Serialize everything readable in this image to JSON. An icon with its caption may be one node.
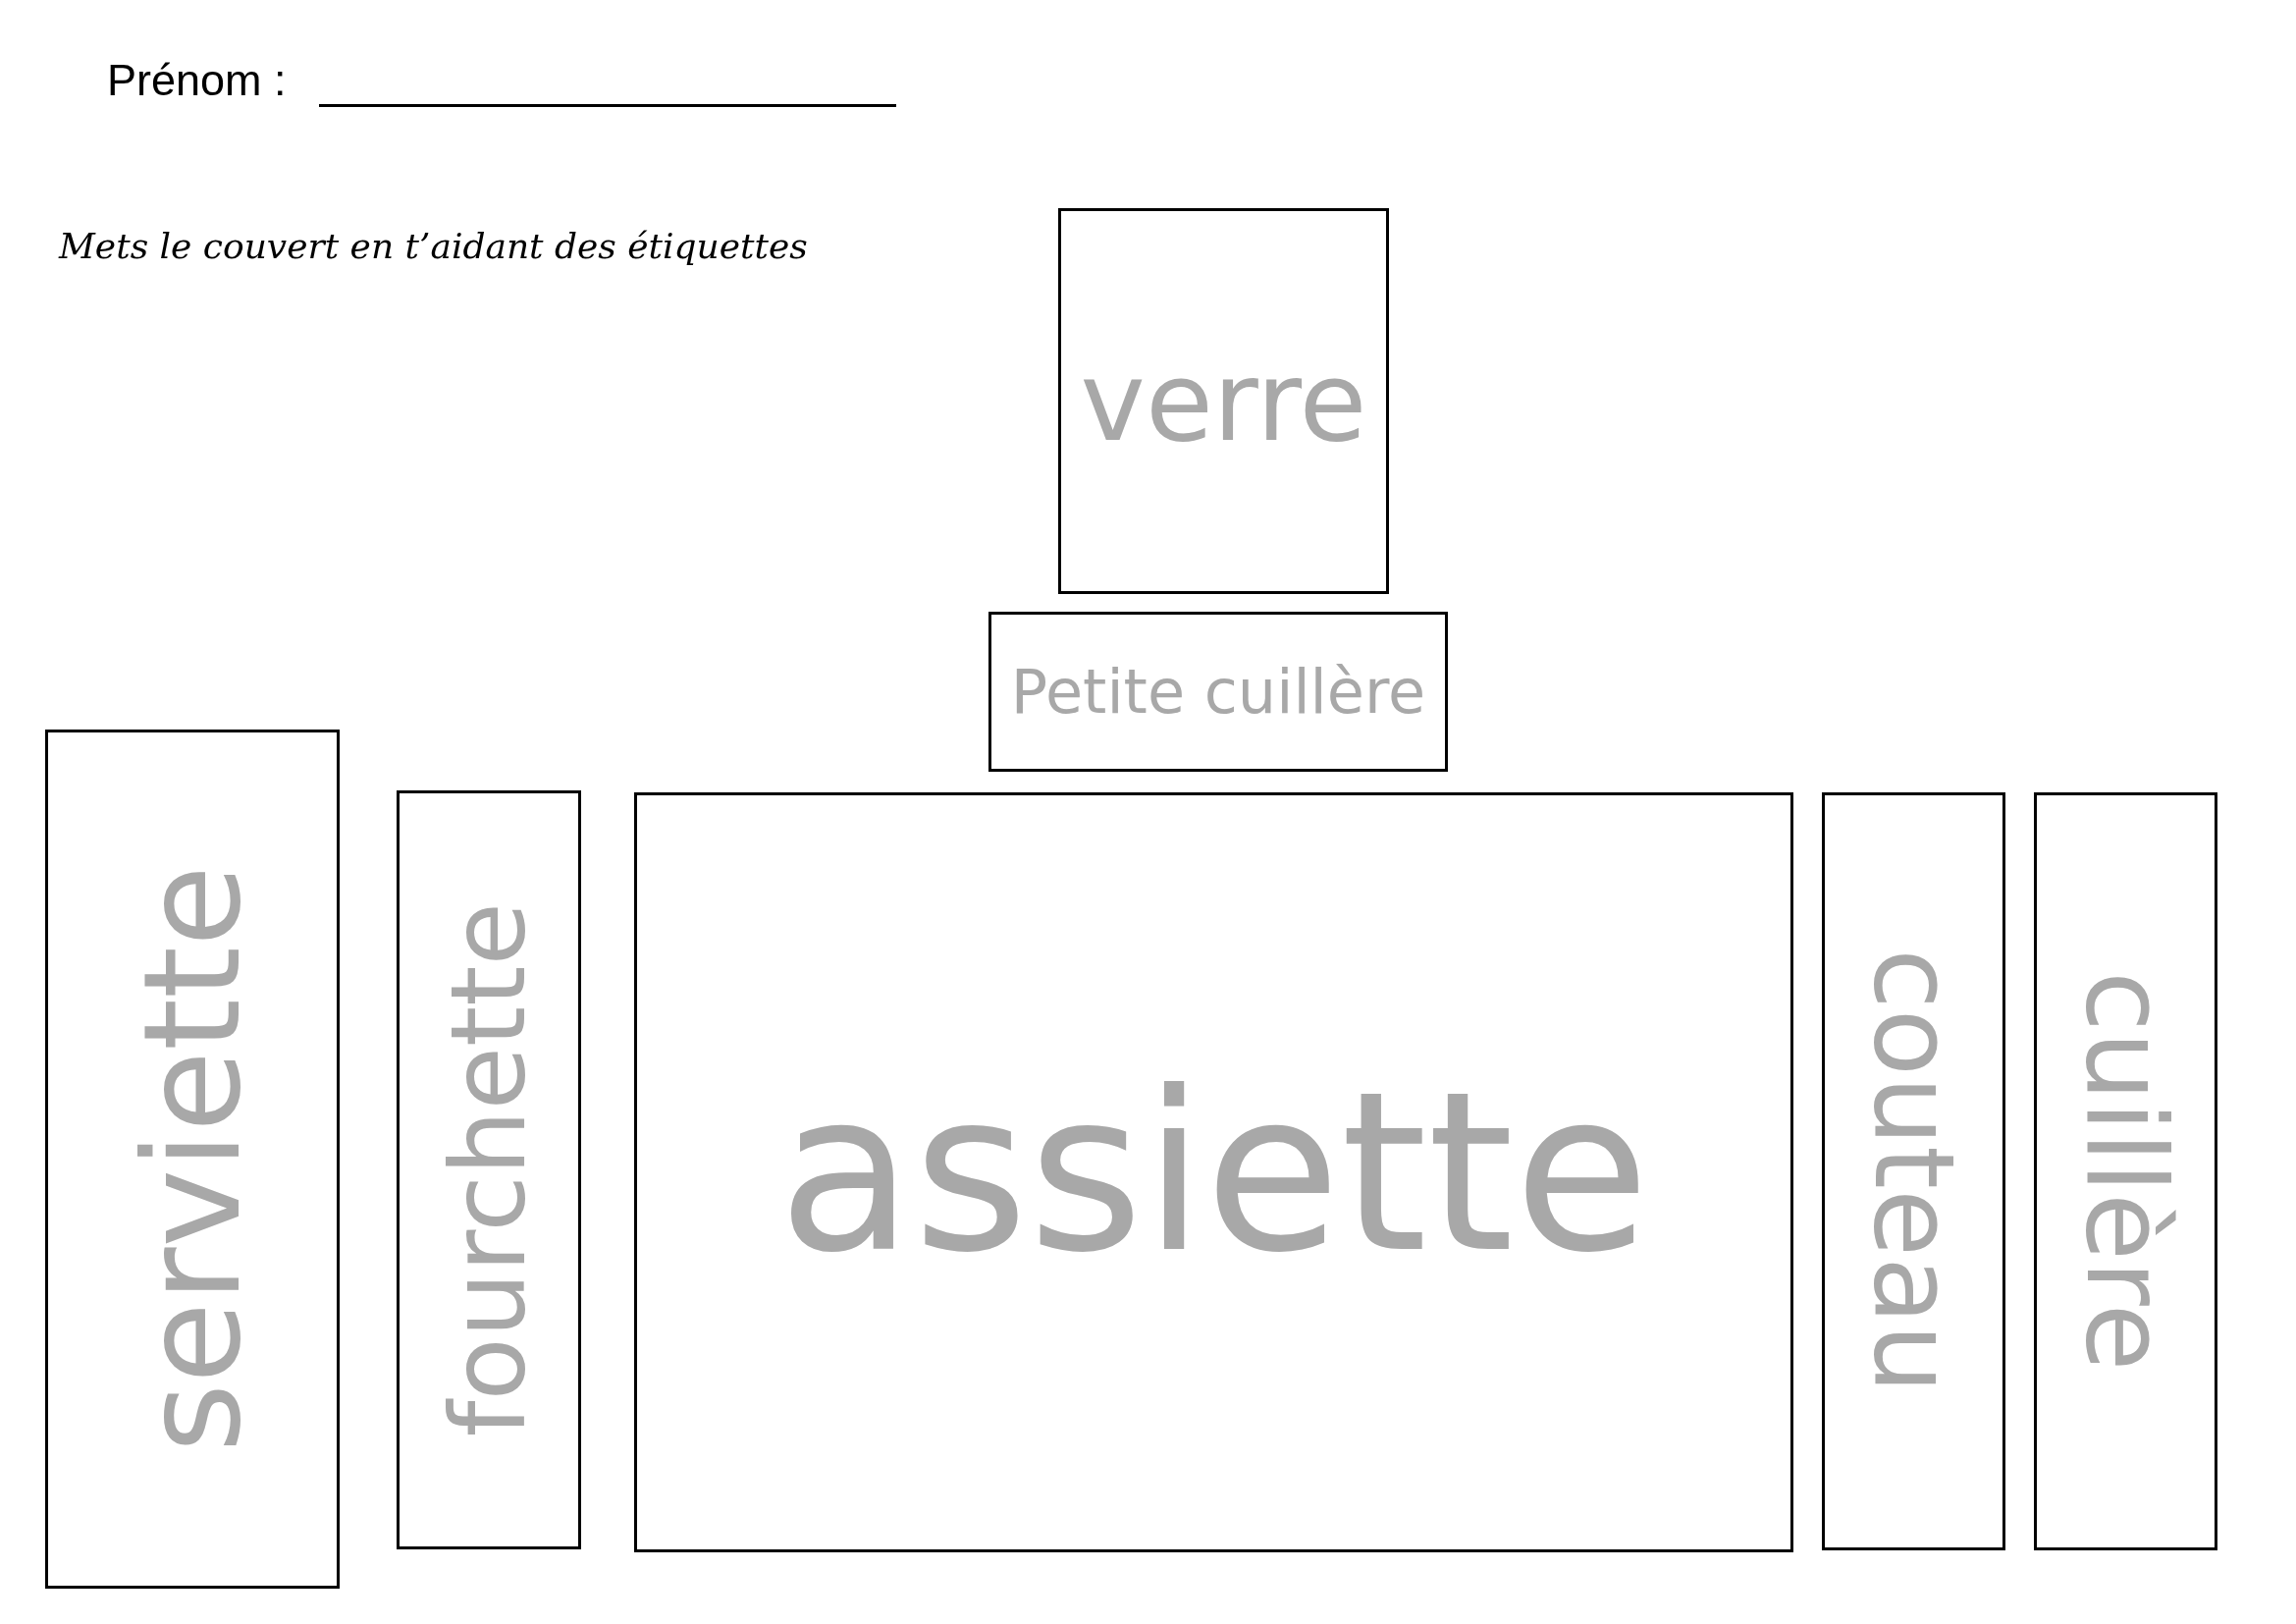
{
  "diagram": {
    "nodes": [
      {
        "text": [
          "verre"
        ]
      },
      {
        "text": [
          "Petite cuillère"
        ]
      },
      {
        "text": [
          "serviette"
        ]
      },
      {
        "text": [
          "fourchette"
        ]
      },
      {
        "text": [
          "assiette"
        ]
      },
      {
        "text": [
          "couteau"
        ]
      },
      {
        "text": [
          "cuillère"
        ]
      }
    ],
    "labels": [
      "Prénom :",
      "Mets le couvert en t’aidant des étiquettes"
    ]
  }
}
